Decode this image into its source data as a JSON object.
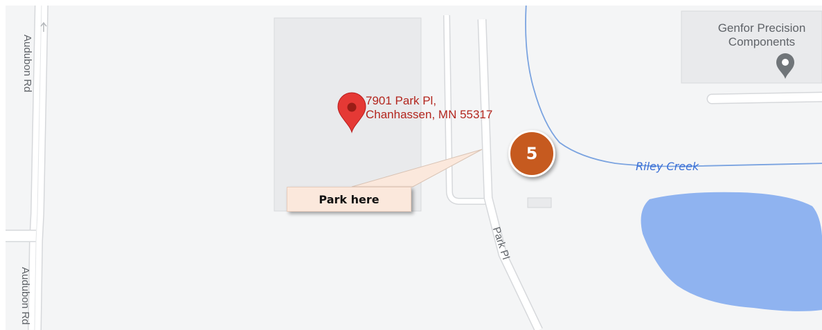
{
  "map": {
    "roads": {
      "audubon_upper": "Audubon Rd",
      "audubon_lower": "Audubon Rd",
      "park_pl": "Park Pl"
    },
    "address_marker": {
      "line1": "7901 Park Pl,",
      "line2": "Chanhassen, MN 55317",
      "icon": "red-location-pin-icon",
      "color": "#d93025"
    },
    "poi": {
      "name_line1": "Genfor Precision",
      "name_line2": "Components",
      "icon": "gray-location-pin-icon"
    },
    "water": {
      "creek_name": "Riley Creek",
      "lake_color": "#8fb3f0",
      "creek_color": "#7aa3e0"
    }
  },
  "annotations": {
    "callout_text": "Park here",
    "step_number": "5",
    "badge_color": "#c65a1f",
    "callout_color": "#fbe8dc"
  }
}
